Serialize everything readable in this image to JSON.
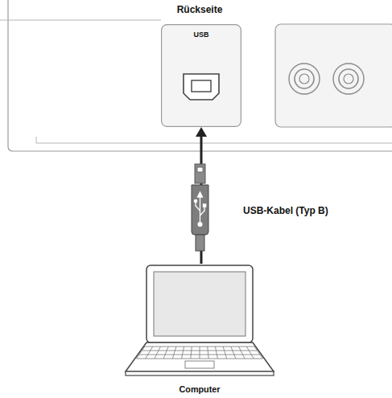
{
  "diagram": {
    "nodes": [
      {
        "text": [
          "USB"
        ]
      },
      {
        "text": [
          "Computer"
        ]
      }
    ],
    "edges": [
      {
        "from": 1,
        "to": 0,
        "arrow": "to",
        "label": "USB-Kabel (Typ B)"
      }
    ],
    "labels": [
      "Rückseite"
    ]
  }
}
